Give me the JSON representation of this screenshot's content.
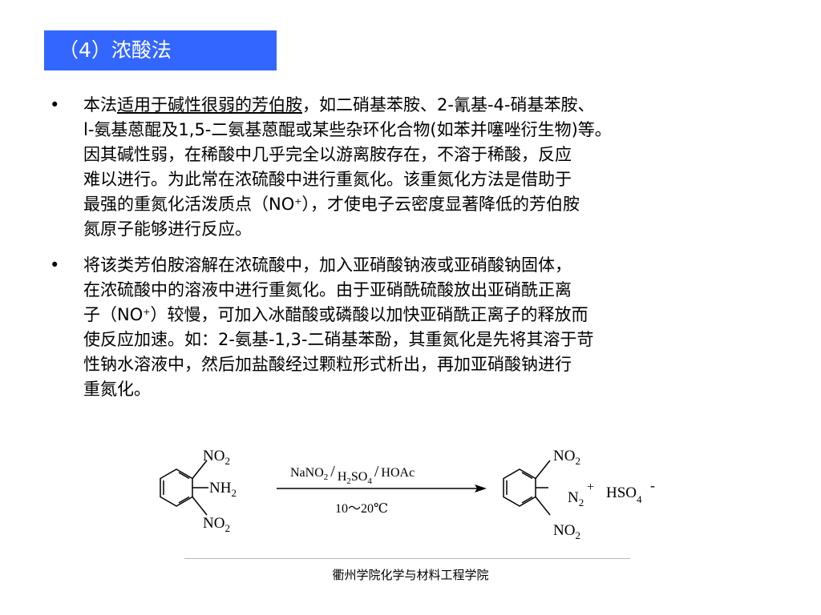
{
  "slide": {
    "title": "（4）浓酸法",
    "title_bg_color": "#3366ff"
  },
  "bullets": [
    {
      "marker": "•",
      "lines": [
        {
          "prefix": "本法",
          "emph": "适用于碱性很弱的芳伯胺",
          "suffix": "，如二硝基苯胺、2-氰基-4-硝基苯胺、"
        },
        {
          "text": "l-氨基蒽醌及1,5-二氨基蒽醌或某些杂环化合物(如苯并噻唑衍生物)等。"
        },
        {
          "text": "因其碱性弱，在稀酸中几乎完全以游离胺存在，不溶于稀酸，反应"
        },
        {
          "text": "难以进行。为此常在浓硫酸中进行重氮化。该重氮化方法是借助于"
        },
        {
          "pre": "最强的重氮化活泼质点（NO",
          "sup": "+",
          "post": "），才使电子云密度显著降低的芳伯胺"
        },
        {
          "text": "氮原子能够进行反应。"
        }
      ]
    },
    {
      "marker": "•",
      "lines": [
        {
          "text": "将该类芳伯胺溶解在浓硫酸中，加入亚硝酸钠液或亚硝酸钠固体，"
        },
        {
          "text": "在浓硫酸中的溶液中进行重氮化。由于亚硝酰硫酸放出亚硝酰正离"
        },
        {
          "pre": "子（NO",
          "sup": "+",
          "post": "）较慢，可加入冰醋酸或磷酸以加快亚硝酰正离子的释放而"
        },
        {
          "text": "使反应加速。如：2-氨基-1,3-二硝基苯酚，其重氮化是先将其溶于苛"
        },
        {
          "text": "性钠水溶液中，然后加盐酸经过颗粒形式析出，再加亚硝酸钠进行"
        },
        {
          "text": "重氮化。"
        }
      ]
    }
  ],
  "reaction": {
    "reactant": {
      "top_group": "NO",
      "top_sub": "2",
      "mid_group": "NH",
      "mid_sub": "2",
      "bottom_group": "NO",
      "bottom_sub": "2"
    },
    "conditions_above": {
      "r1": "NaNO",
      "r1_sub": "2",
      "sep1": "/",
      "r2a": "H",
      "r2a_sub": "2",
      "r2b": "SO",
      "r2b_sub": "4",
      "sep2": "/",
      "r3": "HOAc"
    },
    "conditions_below": "10～20℃",
    "product": {
      "top_group": "NO",
      "top_sub": "2",
      "mid_group": "N",
      "mid_sub": "2",
      "mid_sup": "+",
      "bottom_group": "NO",
      "bottom_sub": "2"
    },
    "counter_ion": {
      "text": "HSO",
      "sub": "4",
      "sup": "-"
    }
  },
  "footer": {
    "text": "衢州学院化学与材料工程学院"
  }
}
